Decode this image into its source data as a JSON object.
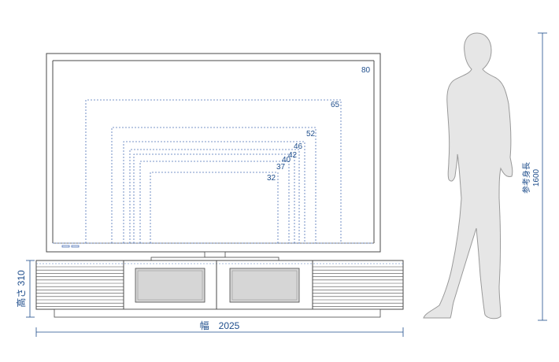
{
  "screen_sizes": [
    "80",
    "65",
    "52",
    "46",
    "42",
    "40",
    "37",
    "32"
  ],
  "dimensions": {
    "height_label": "高さ 310",
    "width_label": "幅　2025",
    "reference_height_label": "参考身長",
    "reference_height_value": "1600"
  },
  "colors": {
    "line": "#4a4a4a",
    "dashed": "#4f73b8",
    "label": "#1f4e8c",
    "figure_fill": "#e6e6e6",
    "figure_stroke": "#999999",
    "glass_fill": "#d6d6d6"
  }
}
